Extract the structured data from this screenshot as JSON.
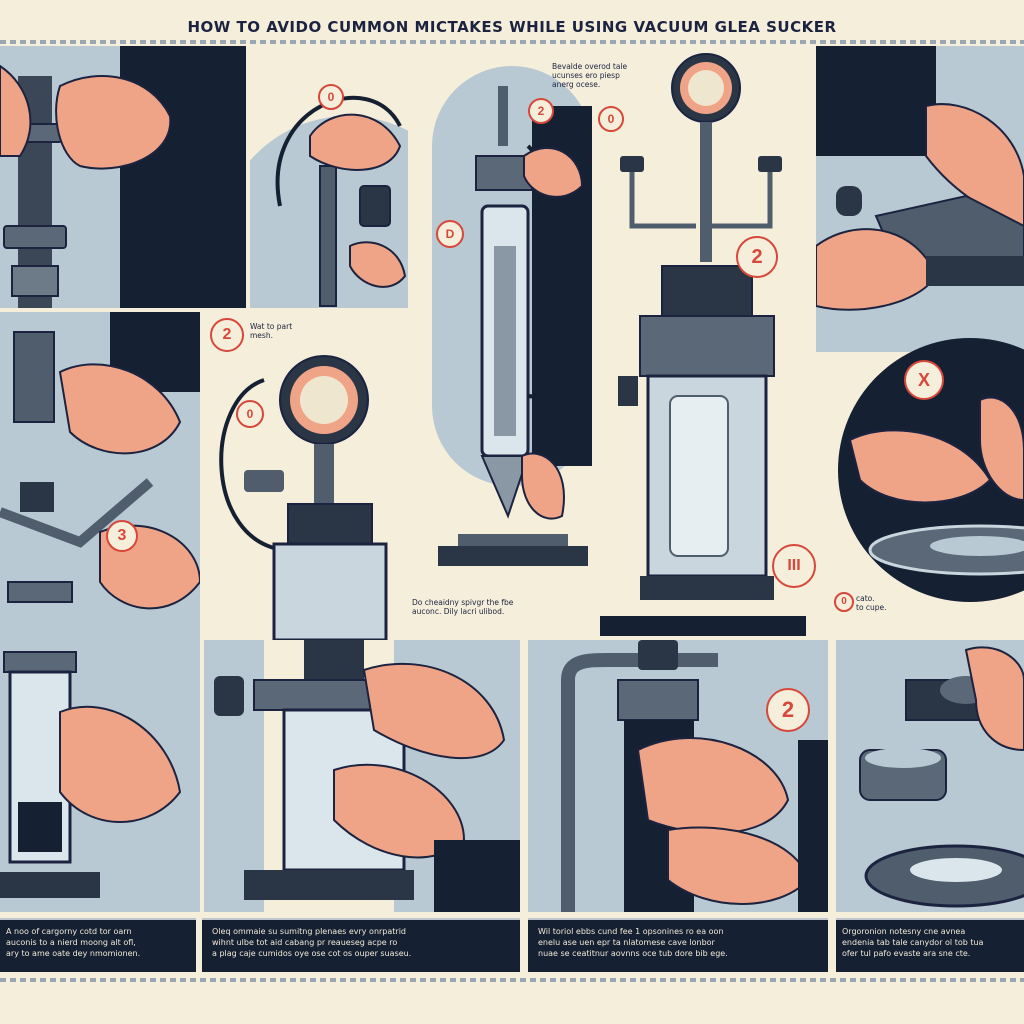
{
  "title": "HOW TO AVIDO CUMMON MICTAKES WHILE USING VACUUM GLEA   SUCKER",
  "colors": {
    "background": "#f5eedb",
    "panel_blue": "#b9c9d3",
    "navy": "#152033",
    "steel": "#4f5d6c",
    "skin": "#f0a487",
    "accent_red": "#d7473a"
  },
  "captions": {
    "top_center": "Bevalde overod tale\nucunses ero piesp\nanerg ocese.",
    "left_mid": "Wat to part\nmesh.",
    "center_mid": "Do cheaidny spivgr the fbe\nauconc. Dily lacri ulibod.",
    "right_mid": "cato.\nto cupe."
  },
  "badges": {
    "b1": "0",
    "b2": "2",
    "b3": "0",
    "b4": "D",
    "b5": "2",
    "b6": "2",
    "b7": "0",
    "b8": "3",
    "b9": "III",
    "b10": "2",
    "b11": "X",
    "b12": "0"
  },
  "footer": {
    "col1": "A noo of cargorny cotd tor oarn\nauconis to a nierd moong alt ofl,\nary to ame oate dey nmomionen.",
    "col2": "Oleq ommaie su sumitng plenaes evry onrpatrid\nwihnt ulbe tot aid cabang pr reaueseg acpe ro\na plag caje cumidos oye ose cot os ouper suaseu.",
    "col3": "Wil toriol ebbs cund fee 1 opsonines ro ea oon\nenelu ase uen epr ta nlatomese cave lonbor\nnuae se ceatitnur aovnns oce tub dore bib ege.",
    "col4": "Orgoronion notesny cne avnea\nendenia tab tale canydor ol tob tua\nofer tul pafo evaste ara sne cte."
  }
}
